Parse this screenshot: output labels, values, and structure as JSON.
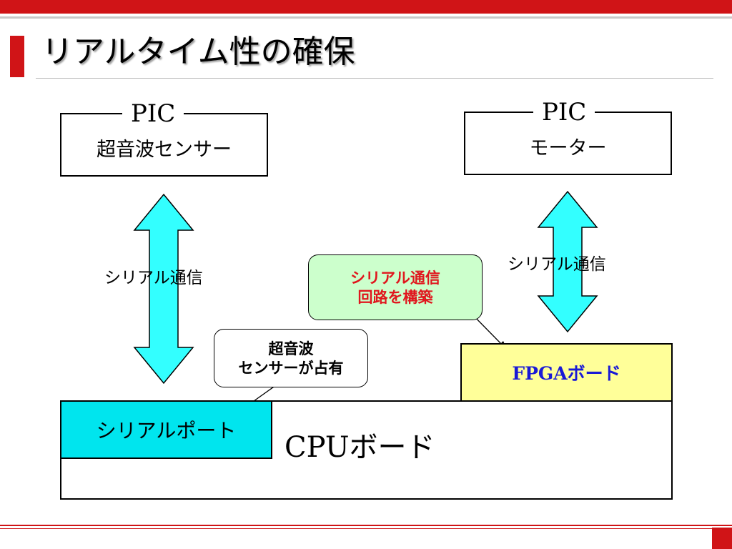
{
  "title": "リアルタイム性の確保",
  "pic_left": {
    "legend": "PIC",
    "label": "超音波センサー"
  },
  "pic_right": {
    "legend": "PIC",
    "label": "モーター"
  },
  "serial_left": "シリアル通信",
  "serial_right": "シリアル通信",
  "callout_green": {
    "line1": "シリアル通信",
    "line2": "回路を構築"
  },
  "callout_white": {
    "line1": "超音波",
    "line2": "センサーが占有"
  },
  "fpga_board": "FPGAボード",
  "cpu_board": "CPUボード",
  "serial_port": "シリアルポート",
  "colors": {
    "accent": "#d01417",
    "arrow_fill": "#33ffff",
    "callout_green_bg": "#ccffcc",
    "callout_green_text": "#e0161d",
    "fpga_bg": "#ffff99",
    "fpga_text": "#1a1ad6",
    "serial_port_bg": "#00e5ee"
  }
}
